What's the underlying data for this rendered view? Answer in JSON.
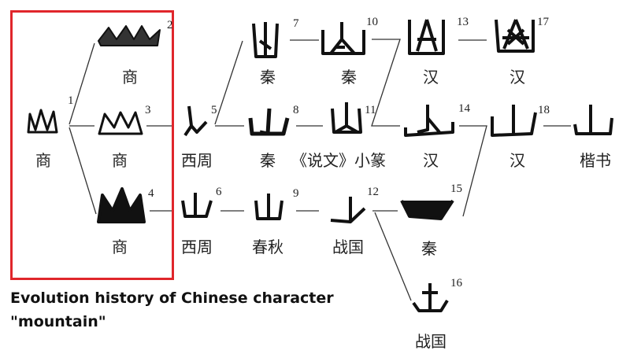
{
  "nodes": [
    {
      "num": "1",
      "label": "商"
    },
    {
      "num": "2",
      "label": "商"
    },
    {
      "num": "3",
      "label": "商"
    },
    {
      "num": "4",
      "label": "商"
    },
    {
      "num": "5",
      "label": "西周"
    },
    {
      "num": "6",
      "label": "西周"
    },
    {
      "num": "7",
      "label": "秦"
    },
    {
      "num": "8",
      "label": "秦"
    },
    {
      "num": "9",
      "label": "春秋"
    },
    {
      "num": "10",
      "label": "秦"
    },
    {
      "num": "11",
      "label": "《说文》小篆"
    },
    {
      "num": "12",
      "label": "战国"
    },
    {
      "num": "13",
      "label": "汉"
    },
    {
      "num": "14",
      "label": "汉"
    },
    {
      "num": "15",
      "label": "秦"
    },
    {
      "num": "16",
      "label": "战国"
    },
    {
      "num": "17",
      "label": "汉"
    },
    {
      "num": "18",
      "label": "汉"
    },
    {
      "num": "",
      "label": "楷书"
    }
  ],
  "caption": {
    "line1": "Evolution history of Chinese character",
    "line2": "\"mountain\""
  },
  "colors": {
    "highlight_box": "#e0262b",
    "ink": "#222222"
  }
}
